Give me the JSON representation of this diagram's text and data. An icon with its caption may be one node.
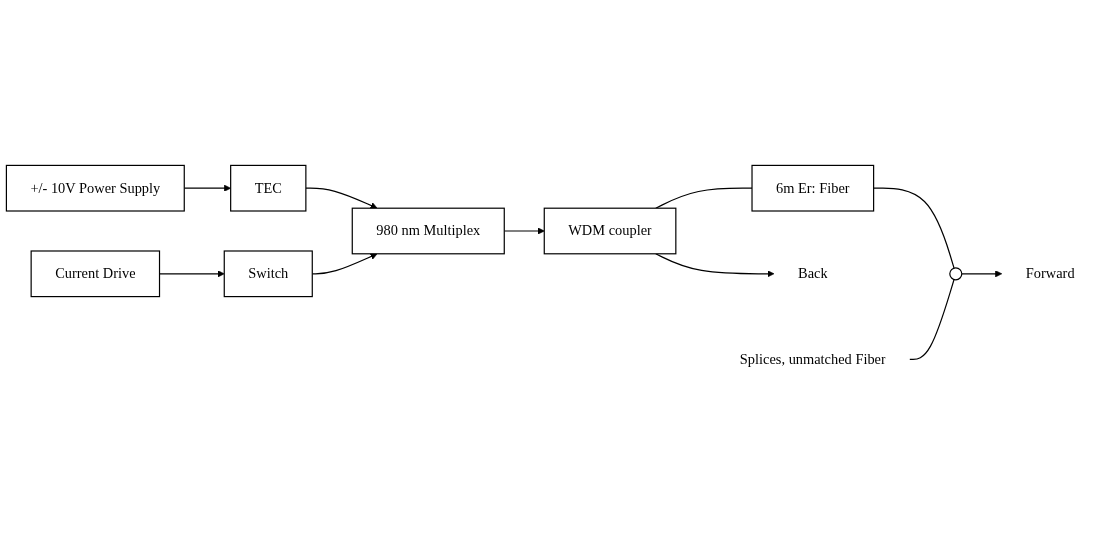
{
  "diagram": {
    "nodes": [
      {
        "text": [
          "+/- 10V Power Supply"
        ]
      },
      {
        "text": [
          "TEC"
        ]
      },
      {
        "text": [
          "980 nm Multiplex"
        ]
      },
      {
        "text": [
          "Switch"
        ]
      },
      {
        "text": [
          "Current Drive"
        ]
      },
      {
        "text": [
          "WDM coupler"
        ]
      },
      {
        "text": [
          "6m Er: Fiber"
        ]
      },
      {
        "text": [
          "Back"
        ]
      },
      {
        "text": [],
        "shape": "cross"
      },
      {
        "text": [
          "Forward"
        ]
      },
      {
        "text": [
          "Splices, unmatched Fiber"
        ]
      }
    ],
    "edges": [
      {
        "from": 0,
        "to": 1,
        "arrow": "to"
      },
      {
        "from": 1,
        "to": 2,
        "arrow": "to"
      },
      {
        "from": 4,
        "to": 3,
        "arrow": "to"
      },
      {
        "from": 3,
        "to": 2,
        "arrow": "to"
      },
      {
        "from": 2,
        "to": 5,
        "arrow": "to"
      },
      {
        "from": 5,
        "to": 7,
        "arrow": "to"
      },
      {
        "from": 5,
        "to": 6,
        "arrow": "none"
      },
      {
        "from": 6,
        "to": 8,
        "arrow": "none"
      },
      {
        "from": 8,
        "to": 9,
        "arrow": "to"
      },
      {
        "from": 10,
        "to": 8,
        "arrow": "none"
      }
    ]
  }
}
